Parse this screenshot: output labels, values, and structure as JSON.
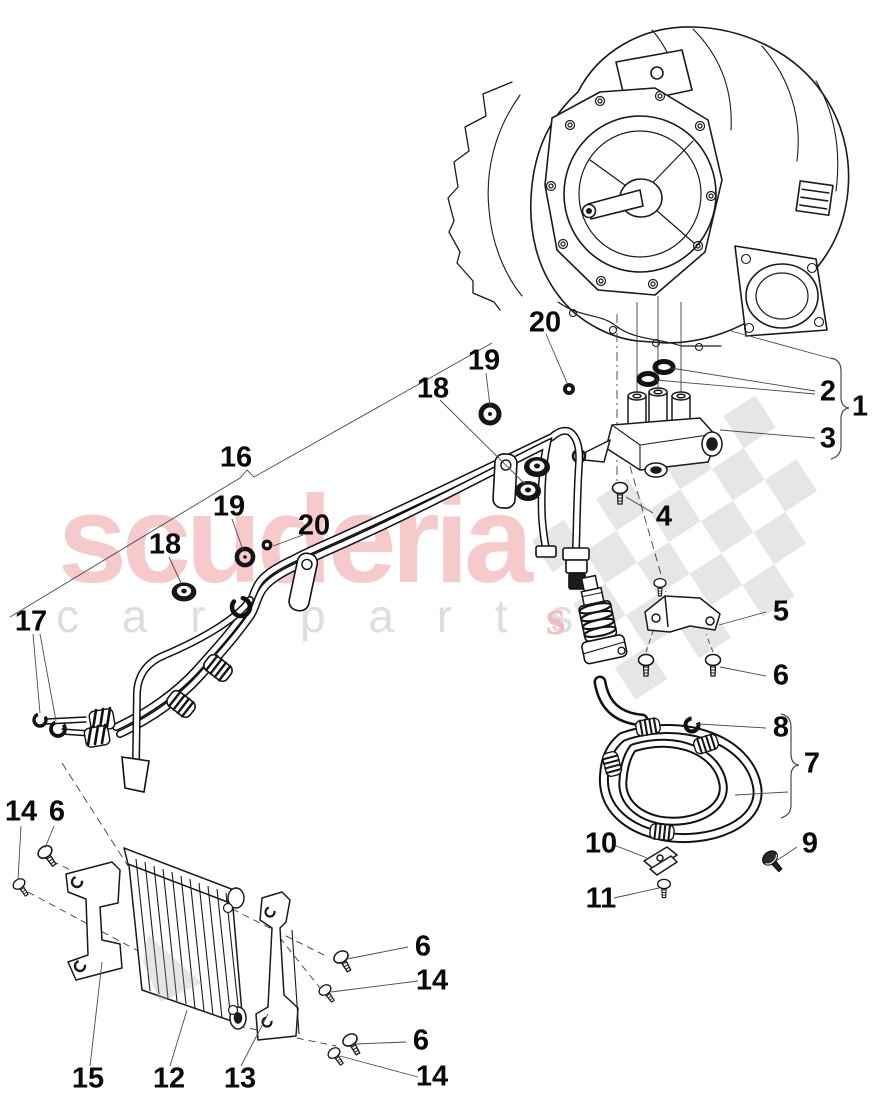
{
  "watermark": {
    "brand": "scuderia",
    "word_car": "c a r",
    "word_parts": "p a r t s",
    "tile_s": "s",
    "brand_color": "#f6caca",
    "letters_color": "#dedede",
    "flag_color": "#e4e4e4"
  },
  "ink_color": "#1a1a1a",
  "leader_color": "#4a4a4a",
  "callouts": [
    {
      "id": "20-top",
      "text": "20"
    },
    {
      "id": "19-top",
      "text": "19"
    },
    {
      "id": "18-top",
      "text": "18"
    },
    {
      "id": "16",
      "text": "16"
    },
    {
      "id": "19-mid",
      "text": "19"
    },
    {
      "id": "20-mid",
      "text": "20"
    },
    {
      "id": "18-mid",
      "text": "18"
    },
    {
      "id": "17",
      "text": "17"
    },
    {
      "id": "2",
      "text": "2"
    },
    {
      "id": "1",
      "text": "1"
    },
    {
      "id": "3",
      "text": "3"
    },
    {
      "id": "4",
      "text": "4"
    },
    {
      "id": "5",
      "text": "5"
    },
    {
      "id": "6-right",
      "text": "6"
    },
    {
      "id": "8",
      "text": "8"
    },
    {
      "id": "7",
      "text": "7"
    },
    {
      "id": "9",
      "text": "9"
    },
    {
      "id": "10",
      "text": "10"
    },
    {
      "id": "11",
      "text": "11"
    },
    {
      "id": "14-left",
      "text": "14"
    },
    {
      "id": "6-left",
      "text": "6"
    },
    {
      "id": "15",
      "text": "15"
    },
    {
      "id": "12",
      "text": "12"
    },
    {
      "id": "13",
      "text": "13"
    },
    {
      "id": "6-bracket-top",
      "text": "6"
    },
    {
      "id": "14-bracket-top",
      "text": "14"
    },
    {
      "id": "6-bracket-bottom",
      "text": "6"
    },
    {
      "id": "14-bracket-bottom",
      "text": "14"
    }
  ]
}
